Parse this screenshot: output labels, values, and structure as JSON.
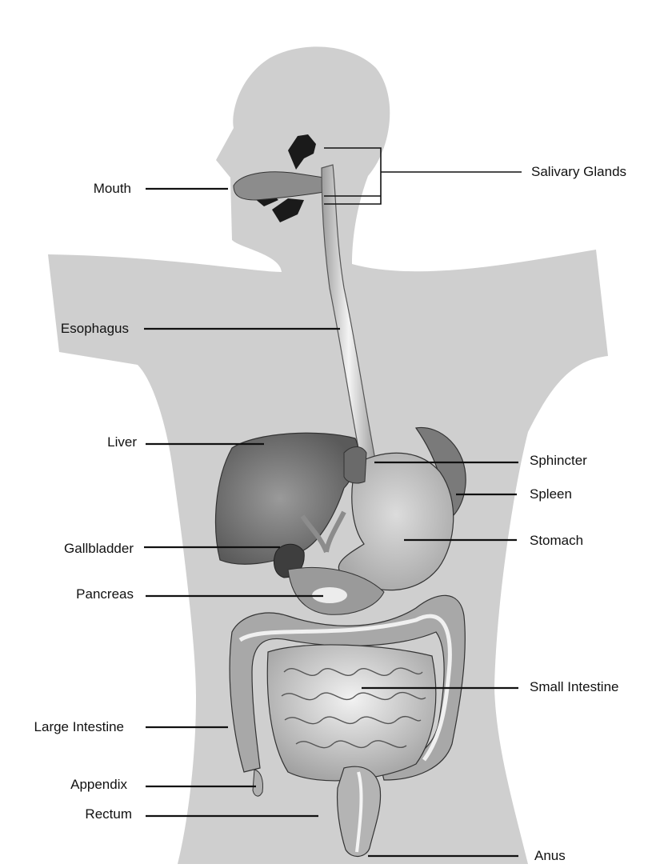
{
  "diagram": {
    "colors": {
      "body": "#cfcfcf",
      "organ_dark": "#555555",
      "organ_mid": "#8c8c8c",
      "organ_light": "#e2e2e2",
      "gland": "#1a1a1a",
      "leader_line": "#111111",
      "text": "#111111"
    },
    "labels": {
      "mouth": "Mouth",
      "salivary_glands": "Salivary Glands",
      "esophagus": "Esophagus",
      "liver": "Liver",
      "sphincter": "Sphincter",
      "spleen": "Spleen",
      "gallbladder": "Gallbladder",
      "stomach": "Stomach",
      "pancreas": "Pancreas",
      "small_intestine": "Small Intestine",
      "large_intestine": "Large Intestine",
      "appendix": "Appendix",
      "rectum": "Rectum",
      "anus": "Anus"
    }
  }
}
